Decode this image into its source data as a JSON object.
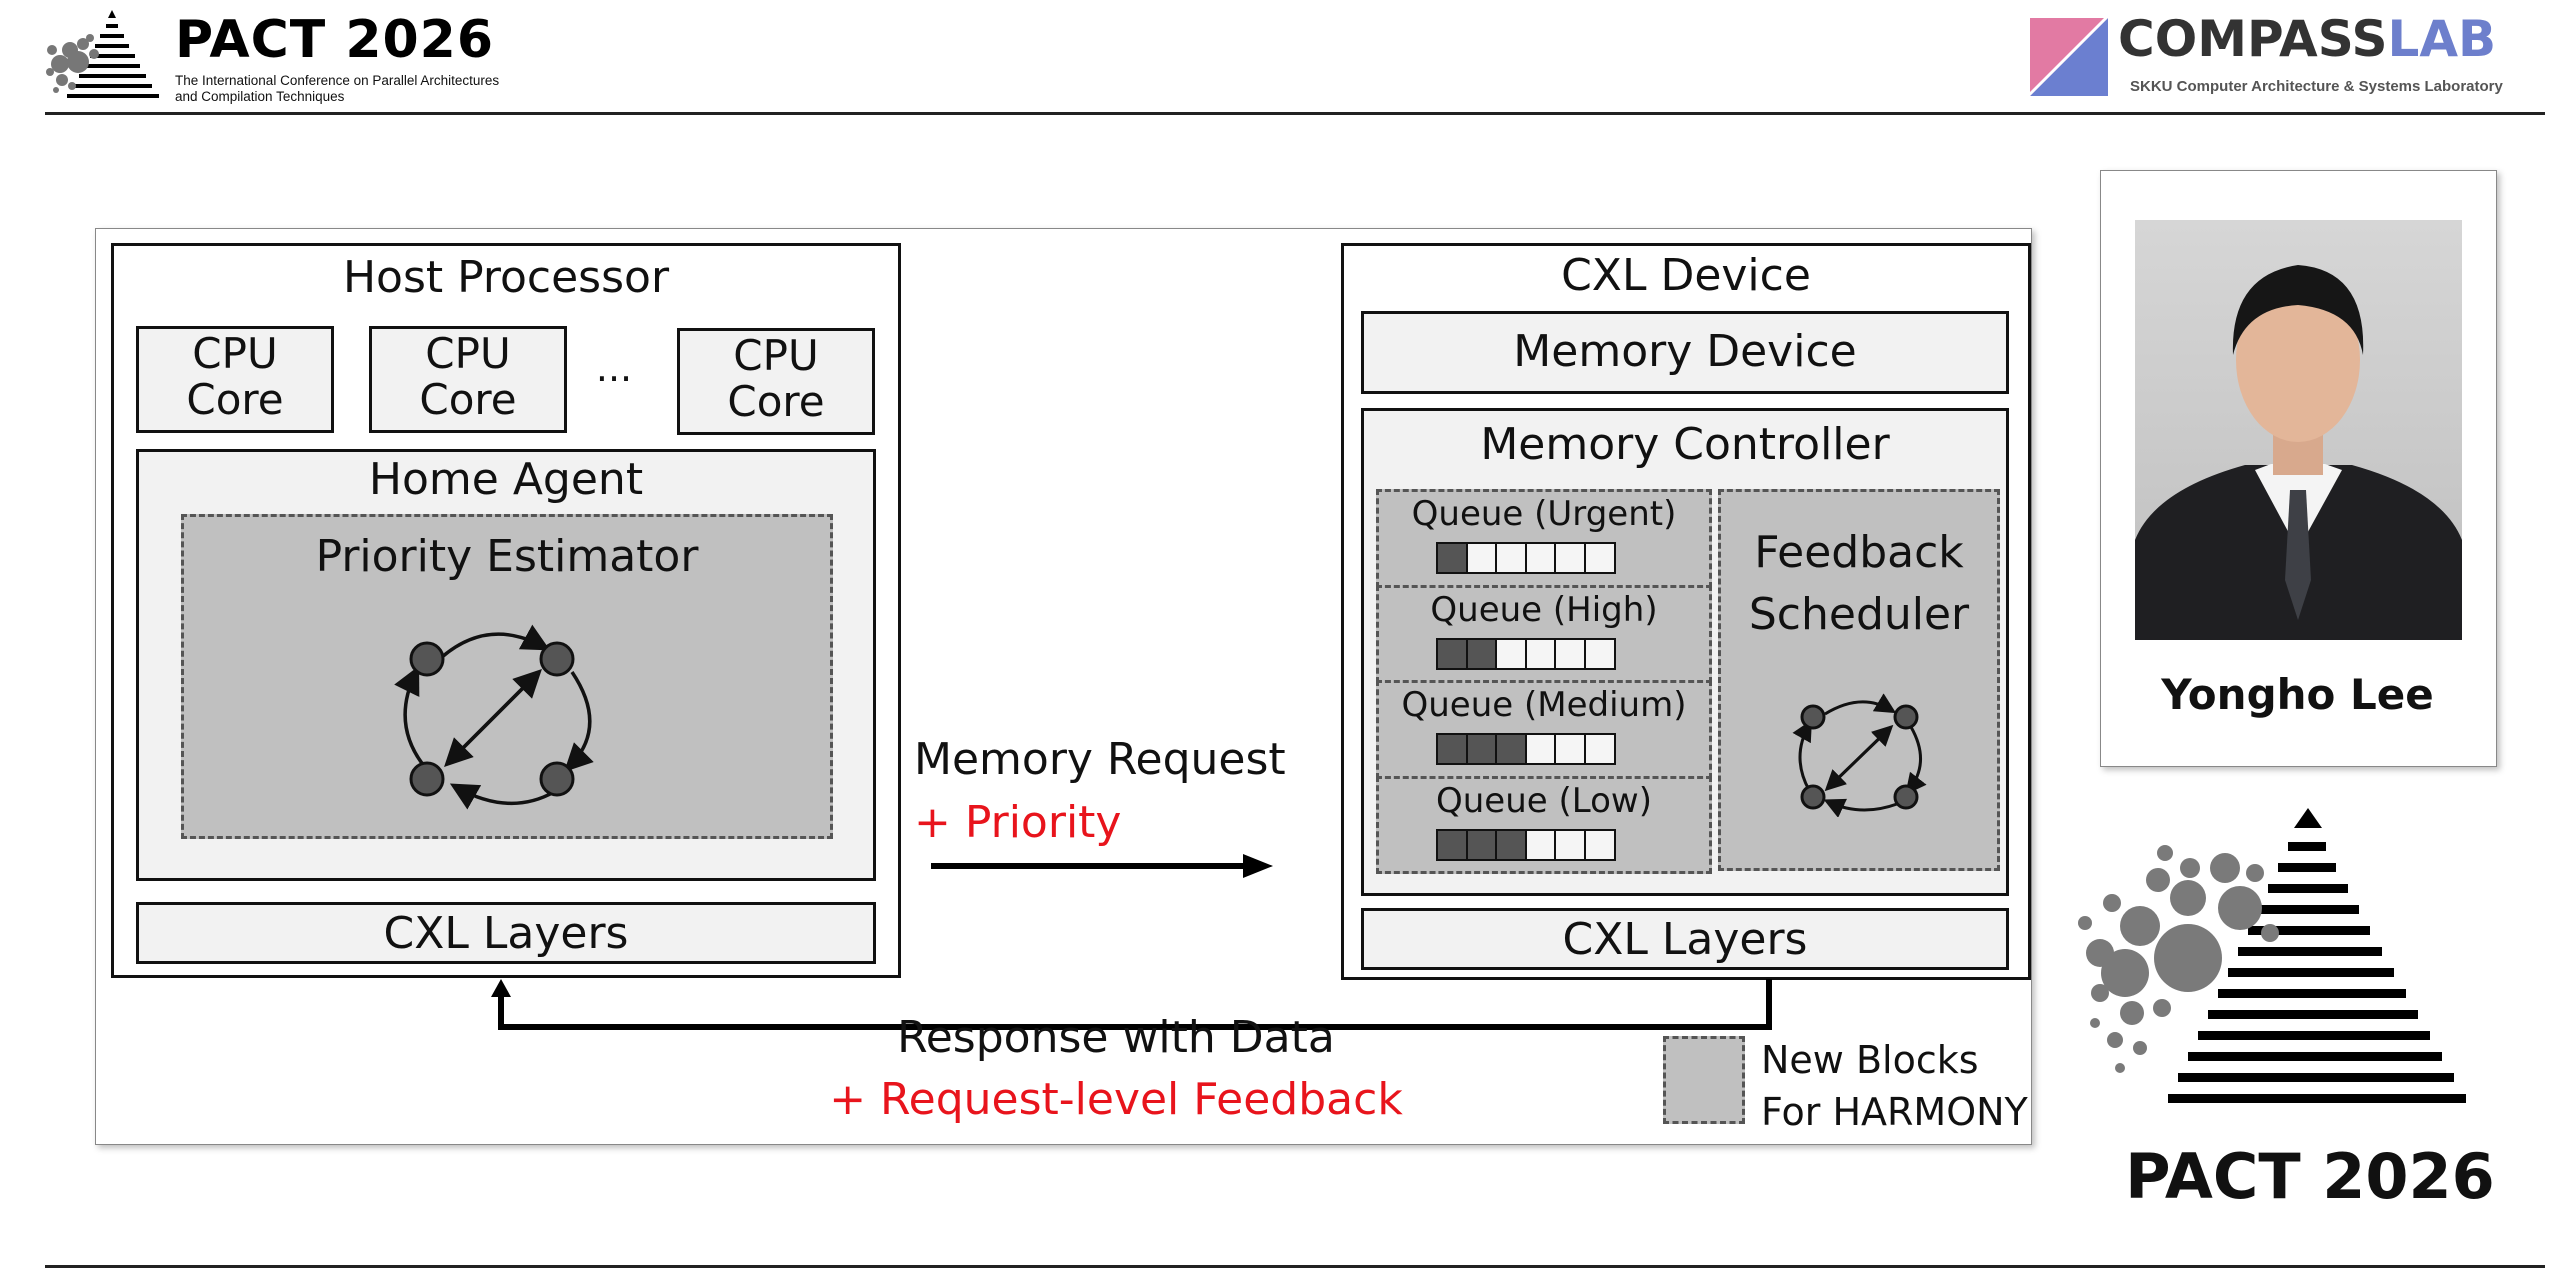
{
  "header": {
    "conf_title": "PACT 2026",
    "conf_subtitle_line1": "The International Conference on Parallel Architectures",
    "conf_subtitle_line2": "and Compilation Techniques",
    "lab_name_part1": "COMPASS",
    "lab_name_part2": "LAB",
    "lab_subtitle": "SKKU Computer Architecture & Systems Laboratory"
  },
  "diagram": {
    "host": {
      "title": "Host Processor",
      "cpu_line1": "CPU",
      "cpu_line2": "Core",
      "ellipsis": "...",
      "home_agent": "Home Agent",
      "priority_estimator": "Priority Estimator",
      "cxl_layers": "CXL Layers"
    },
    "device": {
      "title": "CXL Device",
      "memory_device": "Memory Device",
      "memory_controller": "Memory Controller",
      "queues": [
        {
          "label": "Queue (Urgent)",
          "filled": 1,
          "total": 6
        },
        {
          "label": "Queue (High)",
          "filled": 2,
          "total": 6
        },
        {
          "label": "Queue (Medium)",
          "filled": 3,
          "total": 6
        },
        {
          "label": "Queue (Low)",
          "filled": 3,
          "total": 6
        }
      ],
      "feedback_line1": "Feedback",
      "feedback_line2": "Scheduler",
      "cxl_layers": "CXL Layers"
    },
    "request_line1": "Memory Request",
    "request_line2": "+ Priority",
    "response_line1": "Response with Data",
    "response_line2": "+ Request-level Feedback",
    "legend_line1": "New Blocks",
    "legend_line2": "For HARMONY"
  },
  "presenter": {
    "name": "Yongho Lee"
  },
  "footer_logo": {
    "text": "PACT 2026"
  },
  "colors": {
    "accent_red": "#e8141c",
    "block_gray": "#c0c0c0",
    "light_box": "#f2f2f2",
    "lab_pink": "#e27aa3",
    "lab_blue": "#6b7fd0"
  }
}
